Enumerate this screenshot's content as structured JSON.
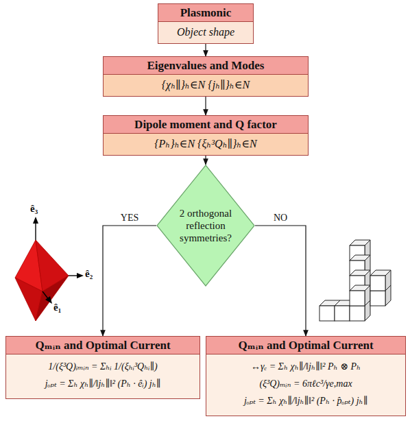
{
  "diagram": {
    "nodes": [
      {
        "text": [
          "Plasmonic",
          "Object shape"
        ]
      },
      {
        "text": [
          "Eigenvalues and Modes",
          "{χₕ∥}ₕ∈N   {jₕ∥}ₕ∈N"
        ]
      },
      {
        "text": [
          "Dipole moment and Q factor",
          "{Pₕ}ₕ∈N   {ξₕ³Qₕ∥}ₕ∈N"
        ]
      },
      {
        "text": [
          "2 orthogonal reflection symmetries?"
        ]
      },
      {
        "text": [
          "Qₘᵢₙ and Optimal Current",
          "1/(ξ³Q)ᵢₘᵢₙ = Σₕᵢ 1/(ξₕᵢ³Qₕᵢ∥)",
          "jₒₚₜ = Σₕ χₕ∥/‖jₕ∥‖² (Pₕ · êᵢ) jₕ∥"
        ]
      },
      {
        "text": [
          "Qₘᵢₙ and Optimal Current",
          "↔γₑ = Σₕ χₕ∥/‖jₕ∥‖² Pₕ ⊗ Pₕ",
          "(ξ³Q)ₘᵢₙ = 6πℓc³/γe,max",
          "jₒₚₜ = Σₕ χₕ∥/‖jₕ∥‖² (Pₕ · p̂ₒₚₜ) jₕ∥"
        ]
      }
    ],
    "edges": [
      {
        "from": 0,
        "to": 1,
        "arrow": "to"
      },
      {
        "from": 1,
        "to": 2,
        "arrow": "to"
      },
      {
        "from": 2,
        "to": 3,
        "arrow": "to"
      },
      {
        "from": 3,
        "to": 4,
        "arrow": "to",
        "label": "YES"
      },
      {
        "from": 3,
        "to": 5,
        "arrow": "to",
        "label": "NO"
      }
    ],
    "labels": [
      "ê₃",
      "ê₂",
      "ê₁"
    ]
  }
}
